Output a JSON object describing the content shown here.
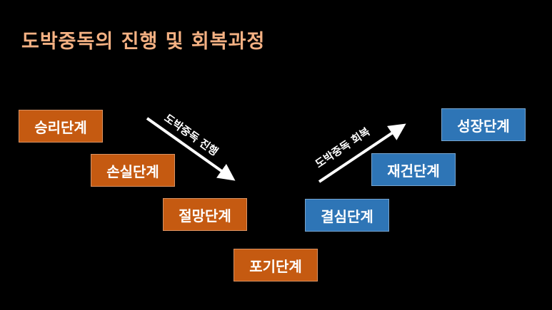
{
  "title": "도박중독의 진행 및 회복과정",
  "progression": {
    "arrow_label": "도박중독 진행",
    "stages": [
      "승리단계",
      "손실단계",
      "절망단계",
      "포기단계"
    ]
  },
  "recovery": {
    "arrow_label": "도박중독 회복",
    "stages": [
      "결심단계",
      "재건단계",
      "성장단계"
    ]
  },
  "colors": {
    "title": "#F4B183",
    "progression_box": "#C55A11",
    "recovery_box": "#2E75B6",
    "background": "#000000"
  }
}
